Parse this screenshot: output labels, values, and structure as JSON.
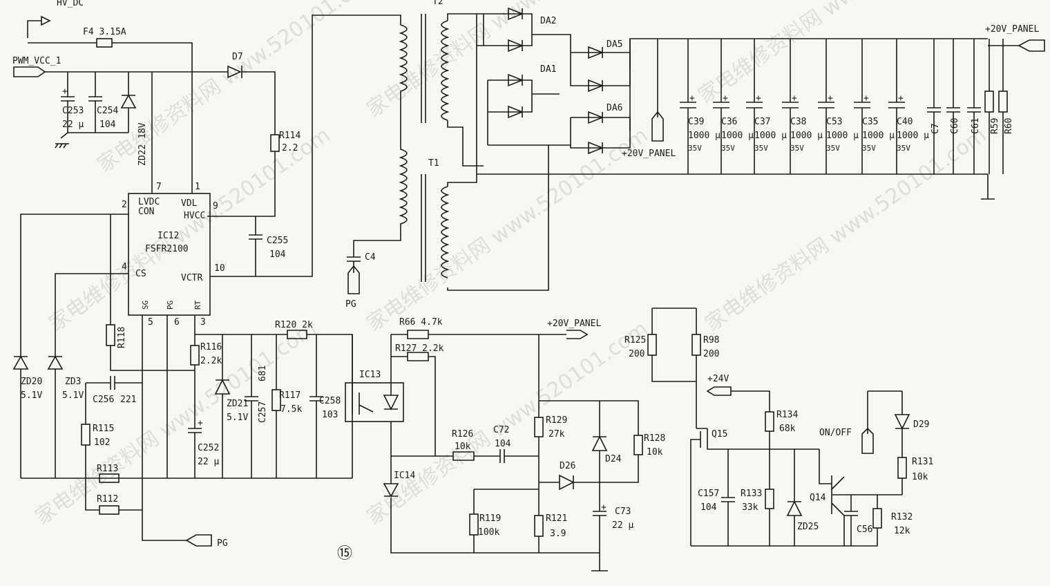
{
  "labels": {
    "hv_dc": "HV_DC",
    "f4": "F4 3.15A",
    "pwm_vcc": "PWM_VCC_1",
    "d7": "D7",
    "c253": "C253",
    "c253v": "22 μ",
    "c254": "C254",
    "c254v": "104",
    "zd22": "ZD22 18V",
    "r114": "R114",
    "r114v": "2.2",
    "ic12": "IC12",
    "ic12p": "FSFR2100",
    "lvdc": "LVDC",
    "con": "CON",
    "vdl": "VDL",
    "hvcc": "HVCC",
    "cs": "CS",
    "vctr": "VCTR",
    "sg": "SG",
    "pg": "PG",
    "rt": "RT",
    "p7": "7",
    "p1": "1",
    "p2": "2",
    "p9": "9",
    "p4": "4",
    "p10": "10",
    "p5": "5",
    "p6": "6",
    "p3": "3",
    "c255": "C255",
    "c255v": "104",
    "t2": "T2",
    "t1": "T1",
    "c4": "C4",
    "pg_in": "PG",
    "da2": "DA2",
    "da1": "DA1",
    "da5": "DA5",
    "da6": "DA6",
    "v20_top": "+20V_PANEL",
    "v20_mid": "+20V_PANEL",
    "c39": "C39",
    "c36": "C36",
    "c37": "C37",
    "c38": "C38",
    "c53": "C53",
    "c35": "C35",
    "c40": "C40",
    "cap_val": "1000 μ",
    "cap_v": "35V",
    "c7": "C7",
    "c60": "C60",
    "c61": "C61",
    "r59": "R59",
    "r60": "R60",
    "zd20": "ZD20",
    "zd20v": "5.1V",
    "zd3": "ZD3",
    "zd3v": "5.1V",
    "r118": "R118",
    "c256": "C256",
    "c256v": "221",
    "r116": "R116",
    "r116v": "2.2k",
    "r120": "R120 2k",
    "zd21": "ZD21",
    "zd21v": "5.1V",
    "c257": "C257",
    "c257v": "681",
    "r117": "R117",
    "r117v": "7.5k",
    "c258": "C258",
    "c258v": "103",
    "r115": "R115",
    "r115v": "102",
    "c252": "C252",
    "c252v": "22 μ",
    "r113": "R113",
    "r112": "R112",
    "pg_out": "PG",
    "circle15": "⑮",
    "ic13": "IC13",
    "ic14": "IC14",
    "r66": "R66 4.7k",
    "r127": "R127 2.2k",
    "v20_lower": "+20V_PANEL",
    "r126": "R126",
    "r126v": "10k",
    "c72": "C72",
    "c72v": "104",
    "r129": "R129",
    "r129v": "27k",
    "r128": "R128",
    "r128v": "10k",
    "d24": "D24",
    "d26": "D26",
    "r119": "R119",
    "r119v": "100k",
    "r121": "R121",
    "r121v": "3.9",
    "c73": "C73",
    "c73v": "22 μ",
    "r125": "R125",
    "r125v": "200",
    "r98": "R98",
    "r98v": "200",
    "v24": "+24V",
    "q15": "Q15",
    "r134": "R134",
    "r134v": "68k",
    "onoff": "ON/OFF",
    "d29": "D29",
    "c157": "C157",
    "c157v": "104",
    "r133": "R133",
    "r133v": "33k",
    "q14": "Q14",
    "zd25": "ZD25",
    "c56": "C56",
    "r131": "R131",
    "r131v": "10k",
    "r132": "R132",
    "r132v": "12k"
  },
  "watermark": "家电维修资料网 www.520101.com"
}
